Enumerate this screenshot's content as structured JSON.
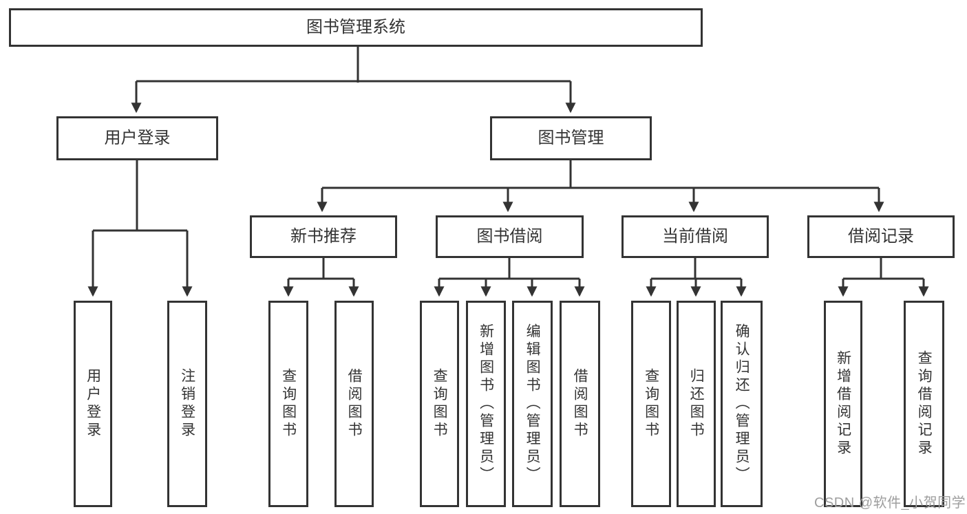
{
  "diagram_title": "图书管理系统",
  "tree": {
    "root": {
      "label": "图书管理系统"
    },
    "user_login": {
      "label": "用户登录",
      "children": [
        {
          "label": "用户登录"
        },
        {
          "label": "注销登录"
        }
      ]
    },
    "book_mgmt": {
      "label": "图书管理",
      "groups": [
        {
          "label": "新书推荐",
          "children": [
            {
              "label": "查询图书"
            },
            {
              "label": "借阅图书"
            }
          ]
        },
        {
          "label": "图书借阅",
          "children": [
            {
              "label": "查询图书"
            },
            {
              "label": "新增图书（管理员）"
            },
            {
              "label": "编辑图书（管理员）"
            },
            {
              "label": "借阅图书"
            }
          ]
        },
        {
          "label": "当前借阅",
          "children": [
            {
              "label": "查询图书"
            },
            {
              "label": "归还图书"
            },
            {
              "label": "确认归还（管理员）"
            }
          ]
        },
        {
          "label": "借阅记录",
          "children": [
            {
              "label": "新增借阅记录"
            },
            {
              "label": "查询借阅记录"
            }
          ]
        }
      ]
    }
  },
  "watermark": {
    "text": "CSDN @软件_小贺同学"
  },
  "colors": {
    "line": "#333333",
    "box_border": "#333333",
    "box_fill": "#ffffff",
    "text": "#333333",
    "watermark": "#9e9e9e",
    "background": "#ffffff"
  }
}
